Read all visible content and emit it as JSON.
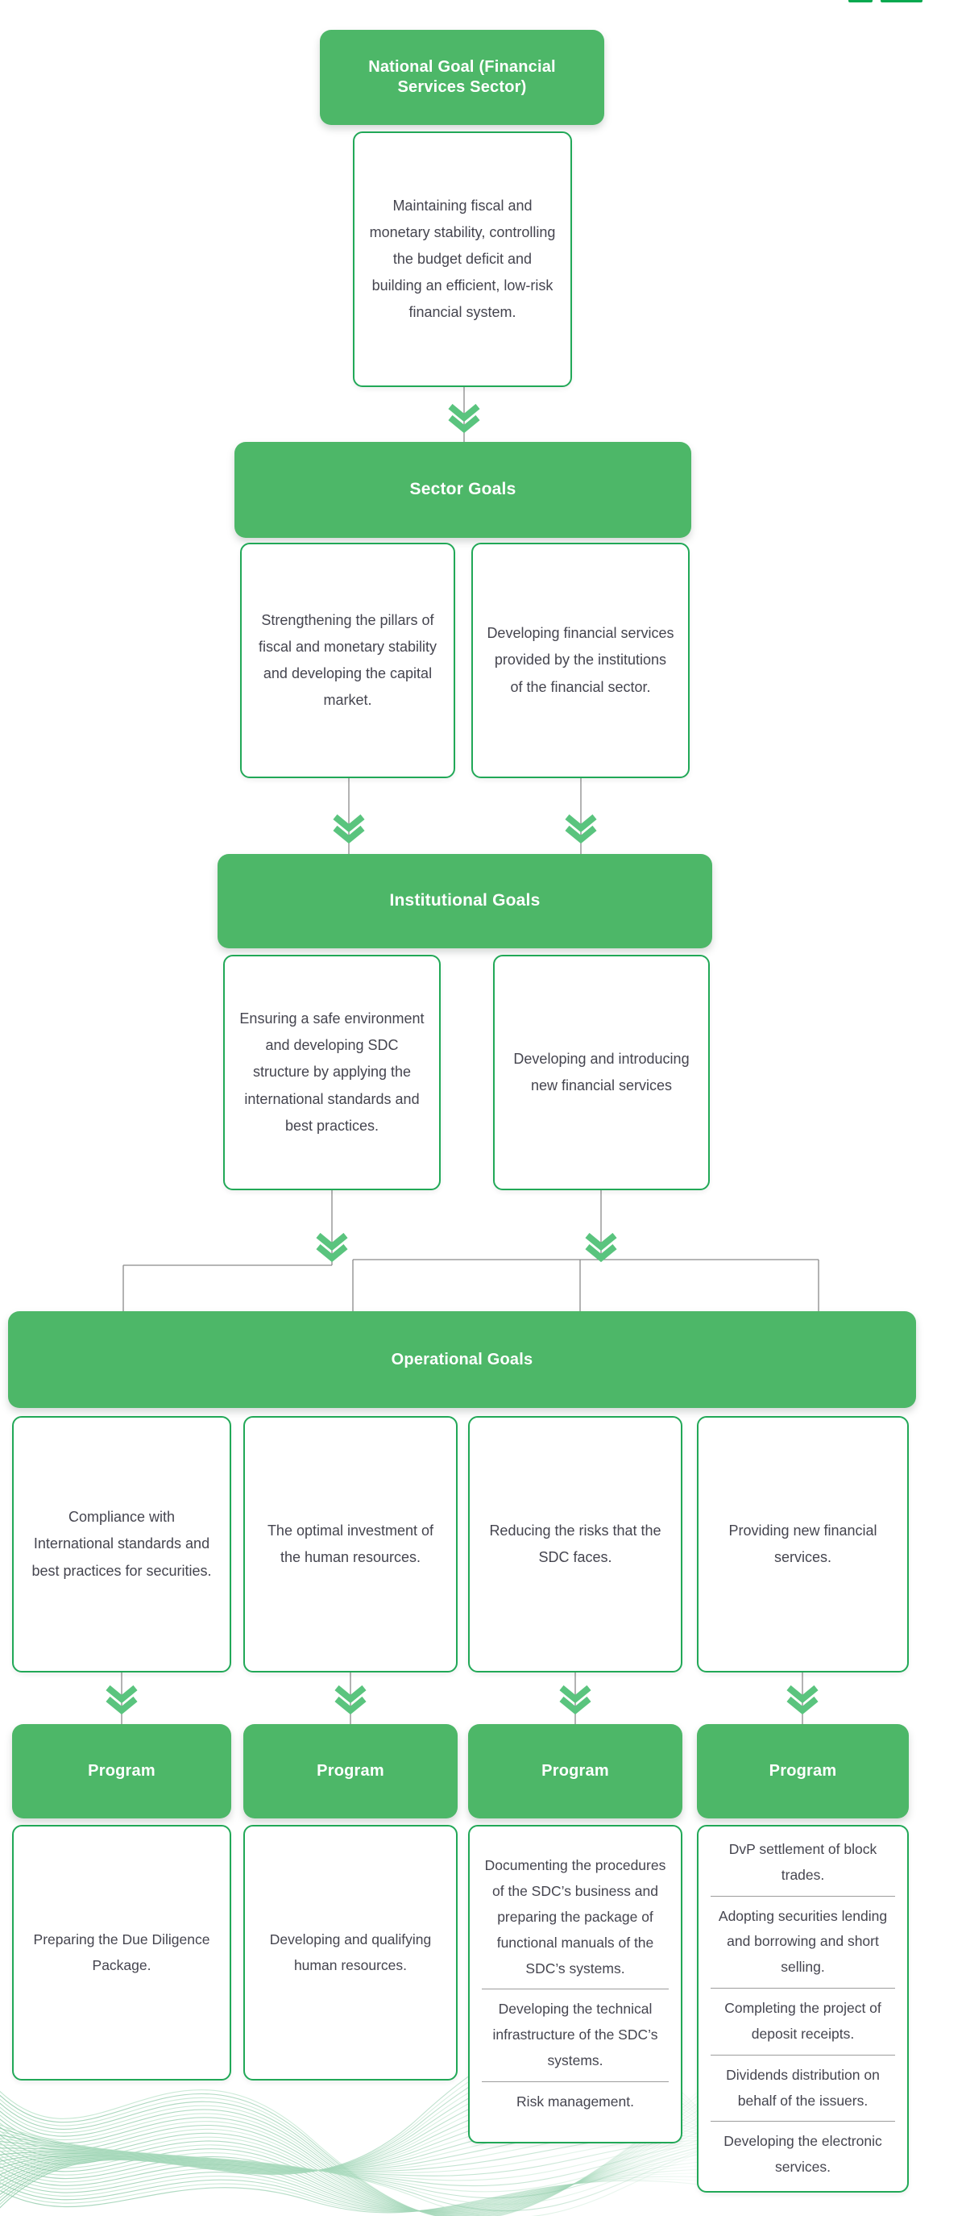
{
  "colors": {
    "green_fill": "#4db768",
    "green_border": "#21a857",
    "chevron_green": "#5ac47e",
    "connector_gray": "#8a8a8a",
    "body_text": "#45454f",
    "header_text": "#ffffff",
    "divider_gray": "#9c9c9c",
    "wave_light_green": "#aedec2",
    "top_tab_green": "#09a94f"
  },
  "flow": {
    "national": {
      "title": "National Goal (Financial Services Sector)",
      "description": "Maintaining fiscal and monetary stability, controlling the budget deficit and building an efficient, low-risk financial system."
    },
    "sector": {
      "title": "Sector Goals",
      "goals": [
        "Strengthening the pillars of fiscal and monetary stability and developing the capital market.",
        "Developing financial services provided by the institutions of the financial sector."
      ]
    },
    "institutional": {
      "title": "Institutional Goals",
      "goals": [
        "Ensuring a safe environment and developing SDC structure by applying the international standards and best practices.",
        "Developing and introducing new financial services"
      ]
    },
    "operational": {
      "title": "Operational Goals",
      "goals": [
        "Compliance with International standards and best practices for securities.",
        "The optimal investment of the human resources.",
        "Reducing the risks that the SDC faces.",
        "Providing new financial services."
      ]
    },
    "program_label": "Program",
    "programs": [
      {
        "items": [
          "Preparing the Due Diligence Package."
        ]
      },
      {
        "items": [
          "Developing and qualifying human resources."
        ]
      },
      {
        "items": [
          "Documenting the procedures of the SDC’s business and preparing the package of functional manuals of the SDC’s systems.",
          "Developing the technical infrastructure of the SDC’s systems.",
          "Risk management."
        ]
      },
      {
        "items": [
          "DvP settlement of block trades.",
          "Adopting securities lending and borrowing and short selling.",
          "Completing the project of deposit receipts.",
          "Dividends distribution on behalf of the issuers.",
          "Developing the electronic services."
        ]
      }
    ]
  }
}
